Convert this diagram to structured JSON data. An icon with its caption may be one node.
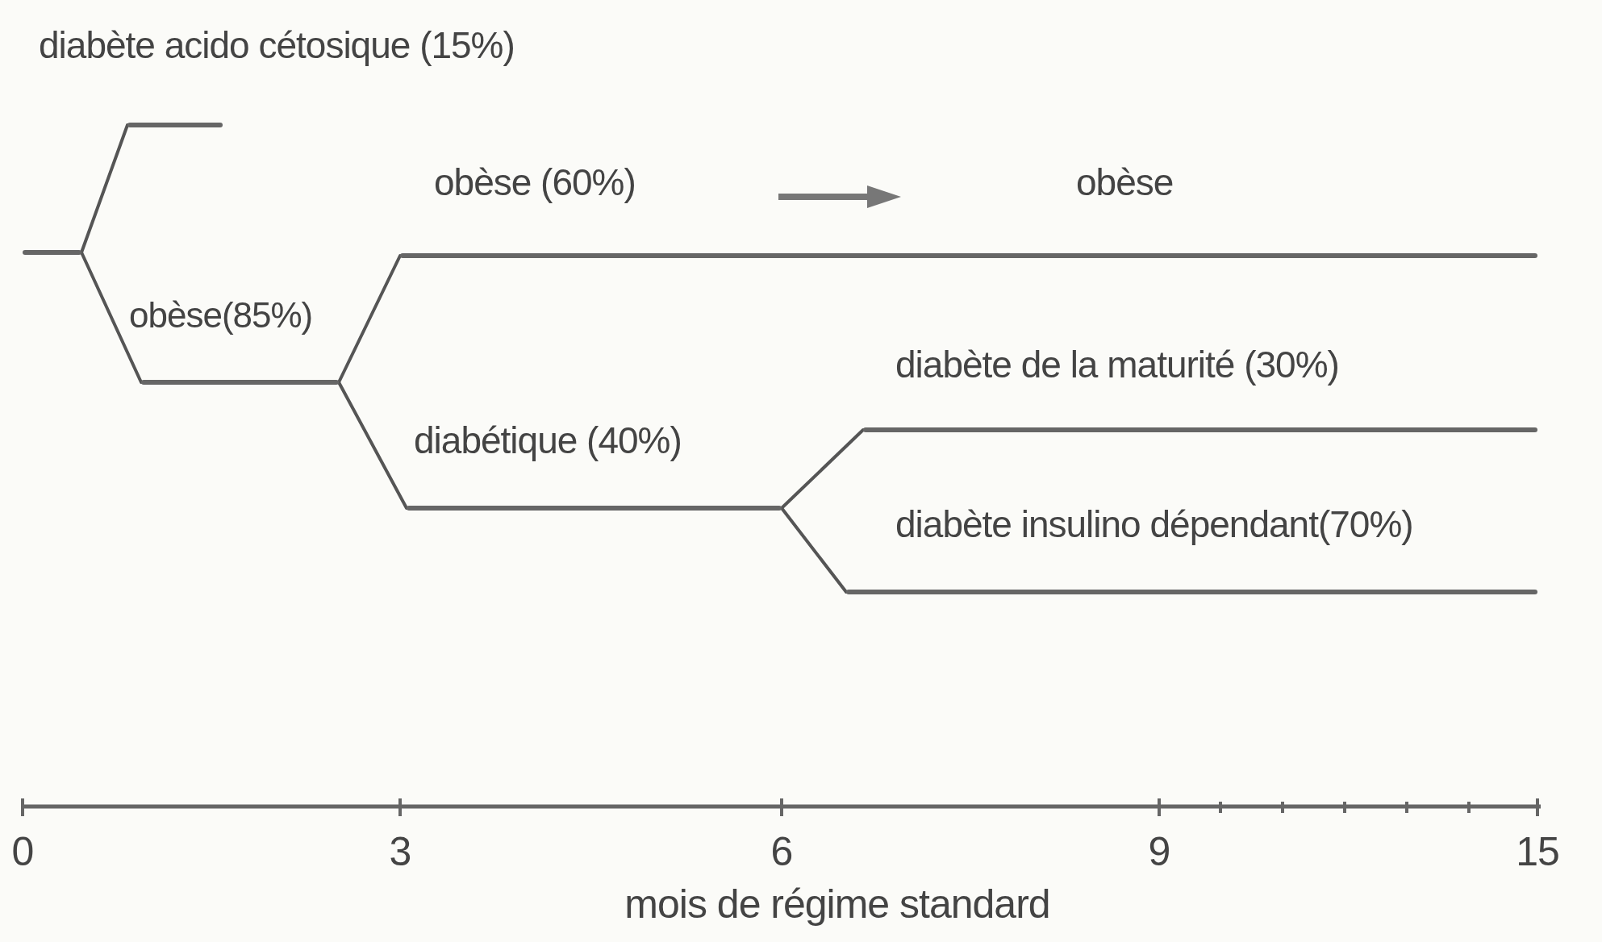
{
  "diagram": {
    "nodes": [
      {
        "text": [],
        "shape": "bar"
      },
      {
        "text": [],
        "shape": "bar",
        "beside": [
          "diabète acido cétosique (15%)"
        ]
      },
      {
        "text": [],
        "shape": "bar",
        "beside": [
          "obèse(85%)"
        ]
      },
      {
        "text": [],
        "shape": "bar",
        "beside": [
          "obèse (60%)",
          "obèse"
        ]
      },
      {
        "text": [],
        "shape": "bar",
        "beside": [
          "diabétique (40%)"
        ]
      },
      {
        "text": [],
        "shape": "bar",
        "beside": [
          "diabète de la maturité (30%)"
        ]
      },
      {
        "text": [],
        "shape": "bar",
        "beside": [
          "diabète insulino dépendant(70%)"
        ]
      }
    ],
    "edges": [
      {
        "from": 0,
        "to": 1,
        "arrow": "none"
      },
      {
        "from": 0,
        "to": 2,
        "arrow": "none"
      },
      {
        "from": 2,
        "to": 3,
        "arrow": "none"
      },
      {
        "from": 2,
        "to": 4,
        "arrow": "none"
      },
      {
        "from": 4,
        "to": 5,
        "arrow": "none"
      },
      {
        "from": 4,
        "to": 6,
        "arrow": "none"
      }
    ],
    "labels": [
      "0",
      "3",
      "6",
      "9",
      "15",
      "mois de régime standard"
    ]
  }
}
